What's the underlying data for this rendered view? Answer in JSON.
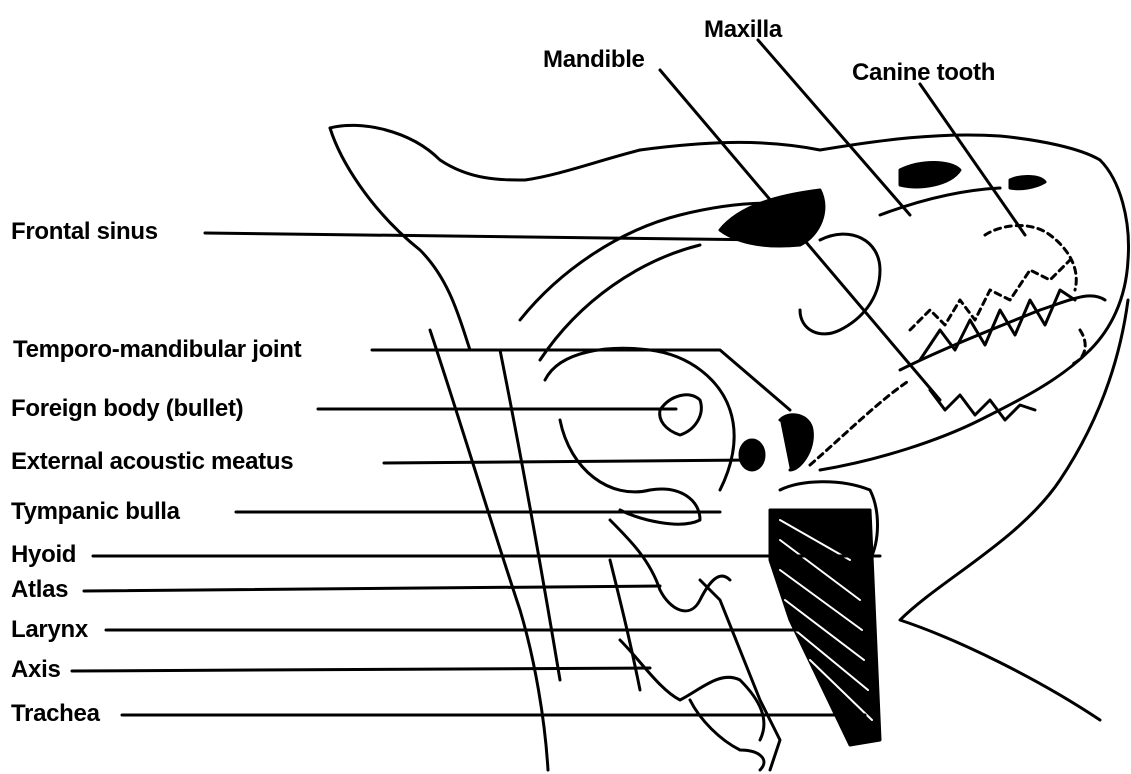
{
  "labels": {
    "maxilla": "Maxilla",
    "mandible": "Mandible",
    "canine_tooth": "Canine tooth",
    "frontal_sinus": "Frontal sinus",
    "temporomandibular_joint": "Temporo-mandibular joint",
    "foreign_body": "Foreign body (bullet)",
    "external_acoustic_meatus": "External acoustic meatus",
    "tympanic_bulla": "Tympanic bulla",
    "hyoid": "Hyoid",
    "atlas": "Atlas",
    "larynx": "Larynx",
    "axis": "Axis",
    "trachea": "Trachea"
  },
  "colors": {
    "ink": "#000000",
    "background": "#ffffff"
  }
}
